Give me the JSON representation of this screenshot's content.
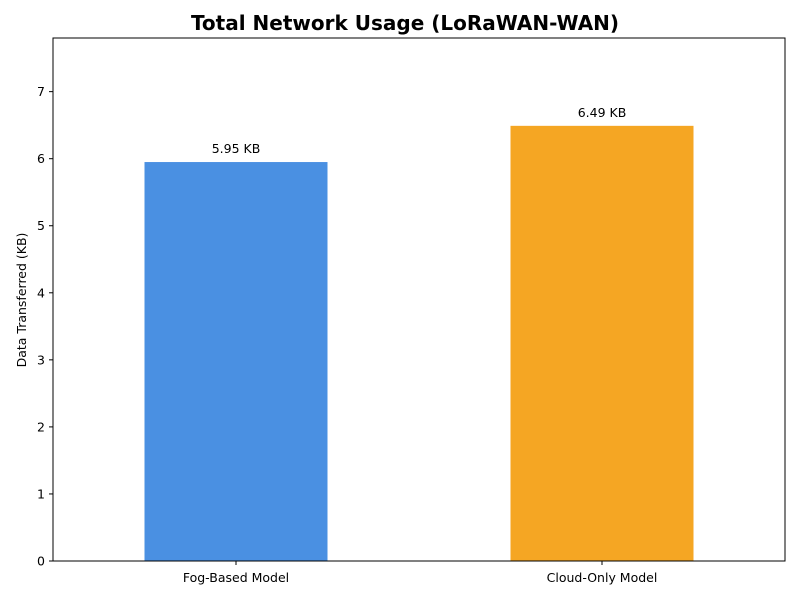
{
  "chart_data": {
    "type": "bar",
    "title": "Total Network Usage (LoRaWAN-WAN)",
    "xlabel": "",
    "ylabel": "Data Transferred (KB)",
    "categories": [
      "Fog-Based Model",
      "Cloud-Only Model"
    ],
    "values": [
      5.95,
      6.49
    ],
    "data_labels": [
      "5.95 KB",
      "6.49 KB"
    ],
    "colors": [
      "#4a90e2",
      "#f5a623"
    ],
    "ylim": [
      0,
      7.8
    ],
    "yticks": [
      0,
      1,
      2,
      3,
      4,
      5,
      6,
      7
    ],
    "grid": false,
    "legend": "none"
  }
}
